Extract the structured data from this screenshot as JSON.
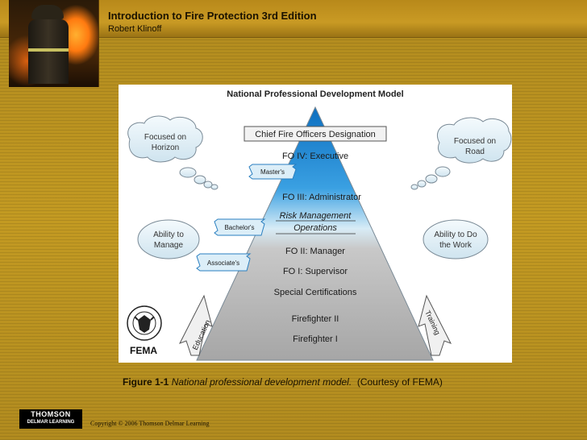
{
  "header": {
    "title": "Introduction to Fire Protection 3rd Edition",
    "subtitle": "Robert Klinoff"
  },
  "diagram": {
    "title": "National Professional Development Model",
    "pyramid_top": "Chief Fire Officers Designation",
    "levels": [
      "FO IV: Executive",
      "FO III: Administrator",
      "Risk Management",
      "Operations",
      "FO II: Manager",
      "FO I: Supervisor",
      "Special Certifications",
      "Firefighter II",
      "Firefighter I"
    ],
    "degrees": [
      "Master's",
      "Bachelor's",
      "Associate's"
    ],
    "thought_left": [
      "Focused on",
      "Horizon"
    ],
    "thought_right": [
      "Focused on",
      "Road"
    ],
    "oval_left": [
      "Ability to",
      "Manage"
    ],
    "oval_right": [
      "Ability to Do",
      "the Work"
    ],
    "arrow_left": "Education",
    "arrow_right": "Training",
    "agency": "FEMA"
  },
  "caption": {
    "label": "Figure 1-1",
    "text": "National professional development model.",
    "credit": "(Courtesy of FEMA)"
  },
  "footer": {
    "logo_top": "THOMSON",
    "logo_bottom": "DELMAR LEARNING",
    "copyright": "Copyright © 2006 Thomson Delmar Learning"
  }
}
